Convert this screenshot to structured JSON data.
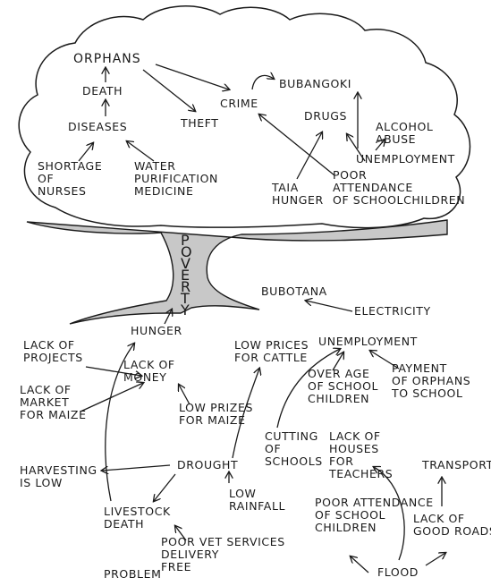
{
  "trunk": {
    "label": "POVERTY"
  },
  "canopy_labels": [
    {
      "id": "orphans",
      "lines": [
        "ORPHANS"
      ]
    },
    {
      "id": "death",
      "lines": [
        "DEATH"
      ]
    },
    {
      "id": "diseases",
      "lines": [
        "DISEASES"
      ]
    },
    {
      "id": "shortage-of-nurses",
      "lines": [
        "SHORTAGE",
        "OF",
        "NURSES"
      ]
    },
    {
      "id": "water-purification",
      "lines": [
        "WATER",
        "PURIFICATION",
        "MEDICINE"
      ]
    },
    {
      "id": "crime",
      "lines": [
        "CRIME"
      ]
    },
    {
      "id": "theft",
      "lines": [
        "THEFT"
      ]
    },
    {
      "id": "bubangoki",
      "lines": [
        "BUBANGOKI"
      ]
    },
    {
      "id": "drugs",
      "lines": [
        "DRUGS"
      ]
    },
    {
      "id": "alcohol-abuse",
      "lines": [
        "ALCOHOL",
        "ABUSE"
      ]
    },
    {
      "id": "unemployment-top",
      "lines": [
        "UNEMPLOYMENT"
      ]
    },
    {
      "id": "taia-hunger",
      "lines": [
        "TAIA",
        "HUNGER"
      ]
    },
    {
      "id": "poor-attendance-top",
      "lines": [
        "POOR",
        "ATTENDANCE",
        "OF SCHOOLCHILDREN"
      ]
    }
  ],
  "root_labels": [
    {
      "id": "bubotana",
      "lines": [
        "BUBOTANA"
      ]
    },
    {
      "id": "electricity",
      "lines": [
        "ELECTRICITY"
      ]
    },
    {
      "id": "hunger",
      "lines": [
        "HUNGER"
      ]
    },
    {
      "id": "lack-of-projects",
      "lines": [
        "LACK OF",
        "PROJECTS"
      ]
    },
    {
      "id": "lack-of-money",
      "lines": [
        "LACK OF",
        "MONEY"
      ]
    },
    {
      "id": "low-prices-cattle",
      "lines": [
        "LOW PRICES",
        "FOR CATTLE"
      ]
    },
    {
      "id": "unemployment-bottom",
      "lines": [
        "UNEMPLOYMENT"
      ]
    },
    {
      "id": "lack-of-market",
      "lines": [
        "LACK OF",
        "MARKET",
        "FOR MAIZE"
      ]
    },
    {
      "id": "low-prizes-maize",
      "lines": [
        "LOW PRIZES",
        "FOR MAIZE"
      ]
    },
    {
      "id": "over-age",
      "lines": [
        "OVER AGE",
        "OF SCHOOL",
        "CHILDREN"
      ]
    },
    {
      "id": "payment-orphans",
      "lines": [
        "PAYMENT",
        "OF ORPHANS",
        "TO SCHOOL"
      ]
    },
    {
      "id": "harvesting-low",
      "lines": [
        "HARVESTING",
        "IS LOW"
      ]
    },
    {
      "id": "drought",
      "lines": [
        "DROUGHT"
      ]
    },
    {
      "id": "cutting-schools",
      "lines": [
        "CUTTING",
        "OF",
        "SCHOOLS"
      ]
    },
    {
      "id": "lack-of-houses",
      "lines": [
        "LACK OF",
        "HOUSES",
        "FOR",
        "TEACHERS"
      ]
    },
    {
      "id": "transport",
      "lines": [
        "TRANSPORT"
      ]
    },
    {
      "id": "low-rainfall",
      "lines": [
        "LOW",
        "RAINFALL"
      ]
    },
    {
      "id": "livestock-death",
      "lines": [
        "LIVESTOCK",
        "DEATH"
      ]
    },
    {
      "id": "poor-attendance-bottom",
      "lines": [
        "POOR ATTENDANCE",
        "OF SCHOOL",
        "CHILDREN"
      ]
    },
    {
      "id": "lack-of-good-roads",
      "lines": [
        "LACK OF",
        "GOOD ROADS"
      ]
    },
    {
      "id": "poor-vet",
      "lines": [
        "POOR VET SERVICES",
        "DELIVERY",
        "FREE"
      ]
    },
    {
      "id": "flood",
      "lines": [
        "FLOOD"
      ]
    },
    {
      "id": "problem",
      "lines": [
        "PROBLEM"
      ]
    }
  ],
  "colors": {
    "trunk": "#c8c8c8",
    "ink": "#1a1a1a"
  }
}
